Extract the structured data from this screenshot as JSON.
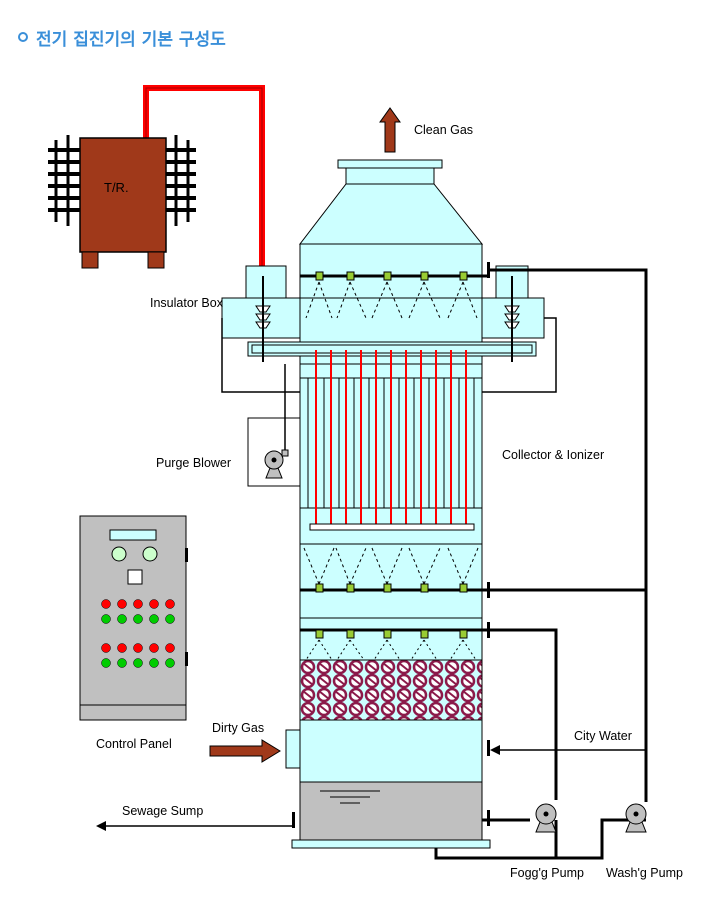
{
  "title": "전기 집진기의 기본 구성도",
  "labels": {
    "tr": "T/R.",
    "clean_gas": "Clean Gas",
    "insulator_box": "Insulator Box",
    "purge_blower": "Purge Blower",
    "collector_ionizer": "Collector & Ionizer",
    "control_panel": "Control Panel",
    "dirty_gas": "Dirty Gas",
    "city_water": "City Water",
    "sewage_sump": "Sewage Sump",
    "fogging_pump": "Fogg'g Pump",
    "washing_pump": "Wash'g Pump"
  },
  "colors": {
    "tower_fill": "#ccffff",
    "tr_fill": "#a0391a",
    "hv_line": "#ff0000",
    "arrow_fill": "#a0391a",
    "nozzle": "#99cc33",
    "panel_fill": "#c0c0c0",
    "sump_fill": "#c0c0c0",
    "packing": "#8b1a4a",
    "title": "#3a8fd9"
  }
}
